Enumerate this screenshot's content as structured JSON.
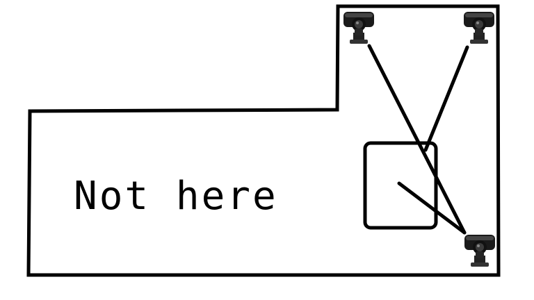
{
  "label": "Not here",
  "colors": {
    "line": "#000000",
    "background": "#ffffff",
    "camera_body": "#1a1a1a",
    "camera_lens": "#3a3a3a"
  },
  "cameras": [
    {
      "name": "top-left-camera",
      "icon": "camera-icon"
    },
    {
      "name": "top-right-camera",
      "icon": "camera-icon"
    },
    {
      "name": "bottom-right-camera",
      "icon": "camera-icon"
    }
  ]
}
